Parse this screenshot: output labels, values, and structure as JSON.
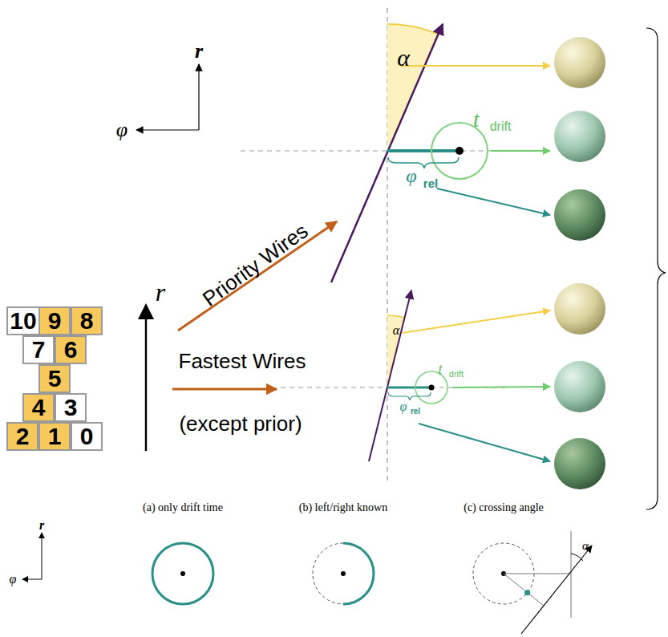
{
  "diagram": {
    "nodes": [
      {
        "text": [
          "10"
        ]
      },
      {
        "text": [
          "9"
        ]
      },
      {
        "text": [
          "8"
        ]
      },
      {
        "text": [
          "7"
        ]
      },
      {
        "text": [
          "6"
        ]
      },
      {
        "text": [
          "5"
        ]
      },
      {
        "text": [
          "4"
        ]
      },
      {
        "text": [
          "3"
        ]
      },
      {
        "text": [
          "2"
        ]
      },
      {
        "text": [
          "1"
        ]
      },
      {
        "text": [
          "0"
        ]
      }
    ],
    "labels": [
      "r",
      "φ",
      "α",
      "t",
      "drift",
      "φ",
      "rel",
      "r",
      "Priority Wires",
      "α",
      "t",
      "drift",
      "φ",
      "rel",
      "Fastest Wires",
      "(except prior)",
      "r",
      "φ",
      "(a) only drift time",
      "(b) left/right known",
      "(c) crossing angle",
      "α"
    ]
  }
}
